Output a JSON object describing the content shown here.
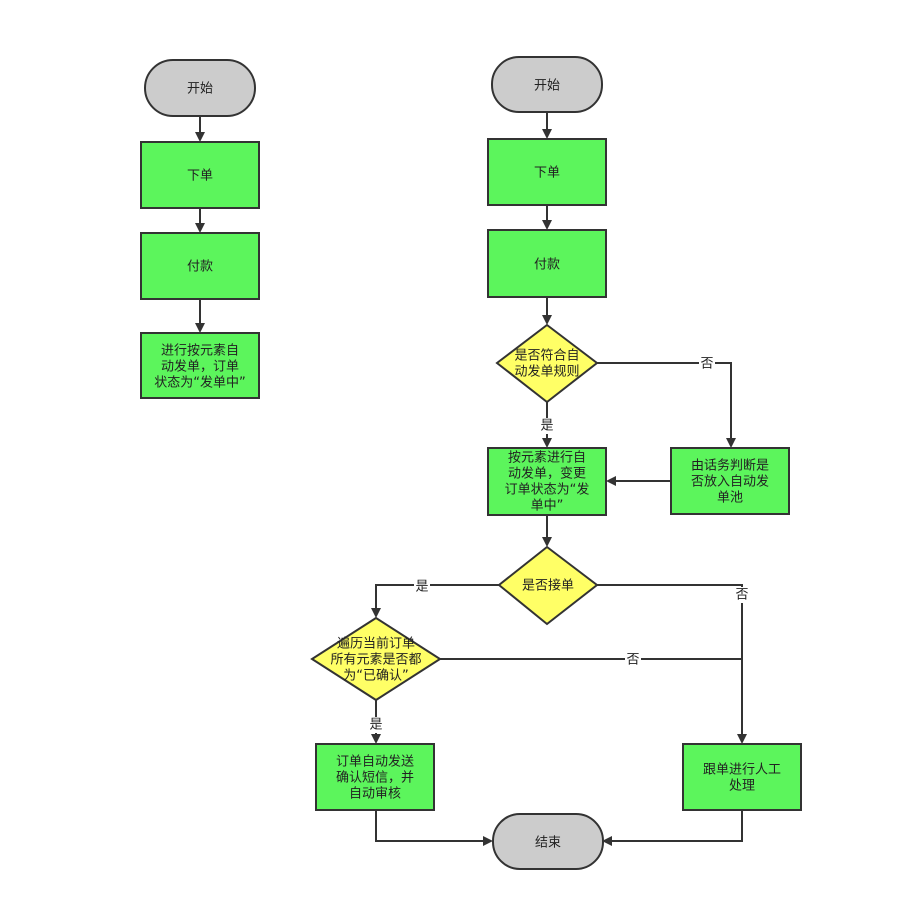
{
  "colors": {
    "terminal": "#cccccc",
    "process": "#5cf55c",
    "decision": "#ffff66",
    "stroke": "#333333",
    "text": "#222222"
  },
  "left_flow": {
    "start": [
      "开始"
    ],
    "order": [
      "下单"
    ],
    "pay": [
      "付款"
    ],
    "dispatch": [
      "进行按元素自",
      "动发单，订单",
      "状态为“发单中”"
    ]
  },
  "right_flow": {
    "start": [
      "开始"
    ],
    "order": [
      "下单"
    ],
    "pay": [
      "付款"
    ],
    "check_rule": [
      "是否符合自",
      "动发单规则"
    ],
    "dispatch": [
      "按元素进行自",
      "动发单，变更",
      "订单状态为“发",
      "单中”"
    ],
    "business_pool": [
      "由话务判断是",
      "否放入自动发",
      "单池"
    ],
    "accepted": [
      "是否接单"
    ],
    "all_confirmed": [
      "遍历当前订单",
      "所有元素是否都",
      "为“已确认”"
    ],
    "send_sms": [
      "订单自动发送",
      "确认短信，并",
      "自动审核"
    ],
    "manual": [
      "跟单进行人工",
      "处理"
    ],
    "end": [
      "结束"
    ]
  },
  "edge_labels": {
    "rule_yes": "是",
    "rule_no": "否",
    "accept_yes": "是",
    "accept_no": "否",
    "confirm_yes": "是",
    "confirm_no": "否"
  }
}
